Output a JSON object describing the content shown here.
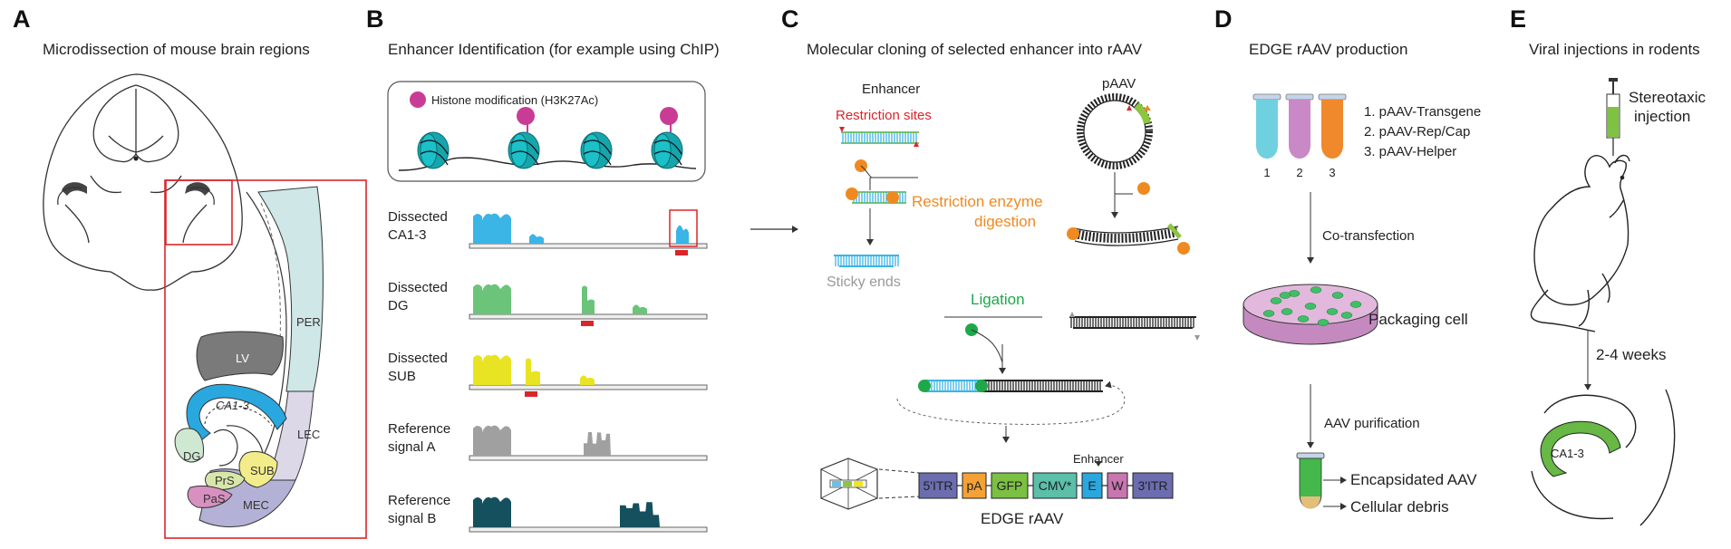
{
  "panels": {
    "a": {
      "letter": "A",
      "title": "Microdissection of mouse brain regions",
      "regions": {
        "per": "PER",
        "lv": "LV",
        "ca": "CA1-3",
        "lec": "LEC",
        "dg": "DG",
        "sub": "SUB",
        "prs": "PrS",
        "pas": "PaS",
        "mec": "MEC"
      }
    },
    "b": {
      "letter": "B",
      "title": "Enhancer Identification (for example using ChIP)",
      "histone_label": "Histone modification (H3K27Ac)",
      "tracks": [
        {
          "line1": "Dissected",
          "line2": "CA1-3",
          "color": "#3bb4e6"
        },
        {
          "line1": "Dissected",
          "line2": "DG",
          "color": "#6cc47a"
        },
        {
          "line1": "Dissected",
          "line2": "SUB",
          "color": "#e8e423"
        },
        {
          "line1": "Reference",
          "line2": "signal A",
          "color": "#a0a0a0"
        },
        {
          "line1": "Reference",
          "line2": "signal B",
          "color": "#14505e"
        }
      ]
    },
    "c": {
      "letter": "C",
      "title": "Molecular cloning of selected enhancer into rAAV",
      "enhancer": "Enhancer",
      "restriction_sites": "Restriction sites",
      "paav": "pAAV",
      "digestion_line1": "Restriction enzyme",
      "digestion_line2": "digestion",
      "sticky_ends": "Sticky ends",
      "ligation": "Ligation",
      "construct": [
        "5'ITR",
        "pA",
        "GFP",
        "CMV*",
        "E",
        "W",
        "3'ITR"
      ],
      "construct_enhancer": "Enhancer",
      "edge_raav": "EDGE rAAV"
    },
    "d": {
      "letter": "D",
      "title": "EDGE rAAV production",
      "tube_numbers": [
        "1",
        "2",
        "3"
      ],
      "plasmids": [
        "1. pAAV-Transgene",
        "2. pAAV-Rep/Cap",
        "3. pAAV-Helper"
      ],
      "cotransfection": "Co-transfection",
      "packaging_cell": "Packaging cell",
      "purification": "AAV purification",
      "encapsidated": "Encapsidated AAV",
      "debris": "Cellular debris"
    },
    "e": {
      "letter": "E",
      "title": "Viral injections in rodents",
      "injection_line1": "Stereotaxic",
      "injection_line2": "injection",
      "weeks": "2-4 weeks",
      "ca_label": "CA1-3"
    }
  },
  "colors": {
    "ca": "#29a8e0",
    "dg": "#cfe8d2",
    "sub": "#f2ec8a",
    "prs": "#d8e7a9",
    "pas": "#d790c0",
    "mec": "#b3b2d6",
    "lec": "#ddd8e8",
    "per": "#cfe7e6",
    "lv": "#7a7a7a",
    "red": "#d8262b",
    "orange": "#ef8a21",
    "green": "#1ea84a",
    "magenta": "#c93c96",
    "teal": "#16a5ad"
  }
}
